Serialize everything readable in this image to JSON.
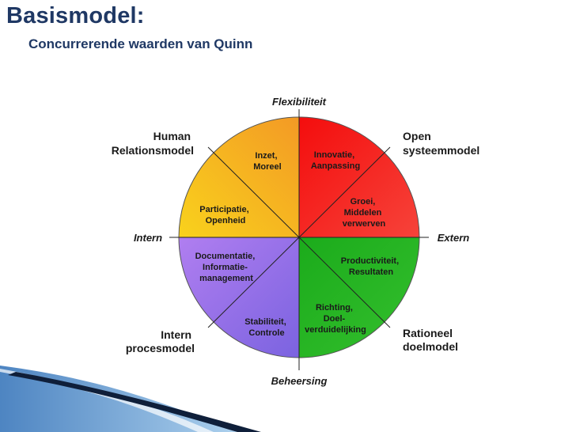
{
  "header": {
    "title": "Basismodel:",
    "subtitle": "Concurrerende waarden van Quinn"
  },
  "axes": {
    "top": "Flexibiliteit",
    "bottom": "Beheersing",
    "left": "Intern",
    "right": "Extern"
  },
  "quadrants": {
    "top_left": {
      "color": "#f5b324",
      "model": [
        "Human",
        "Relationsmodel"
      ],
      "segments": [
        [
          "Inzet,",
          "Moreel"
        ],
        [
          "Participatie,",
          "Openheid"
        ]
      ]
    },
    "top_right": {
      "color": "#f22a1e",
      "model": [
        "Open",
        "systeemmodel"
      ],
      "segments": [
        [
          "Innovatie,",
          "Aanpassing"
        ],
        [
          "Groei,",
          "Middelen",
          "verwerven"
        ]
      ]
    },
    "bottom_right": {
      "color": "#27b21f",
      "model": [
        "Rationeel",
        "doelmodel"
      ],
      "segments": [
        [
          "Productiviteit,",
          "Resultaten"
        ],
        [
          "Richting,",
          "Doel-",
          "verduidelijking"
        ]
      ]
    },
    "bottom_left": {
      "color": "#9a73e6",
      "model": [
        "Intern",
        "procesmodel"
      ],
      "segments": [
        [
          "Documentatie,",
          "Informatie-",
          "management"
        ],
        [
          "Stabiliteit,",
          "Controle"
        ]
      ]
    }
  }
}
